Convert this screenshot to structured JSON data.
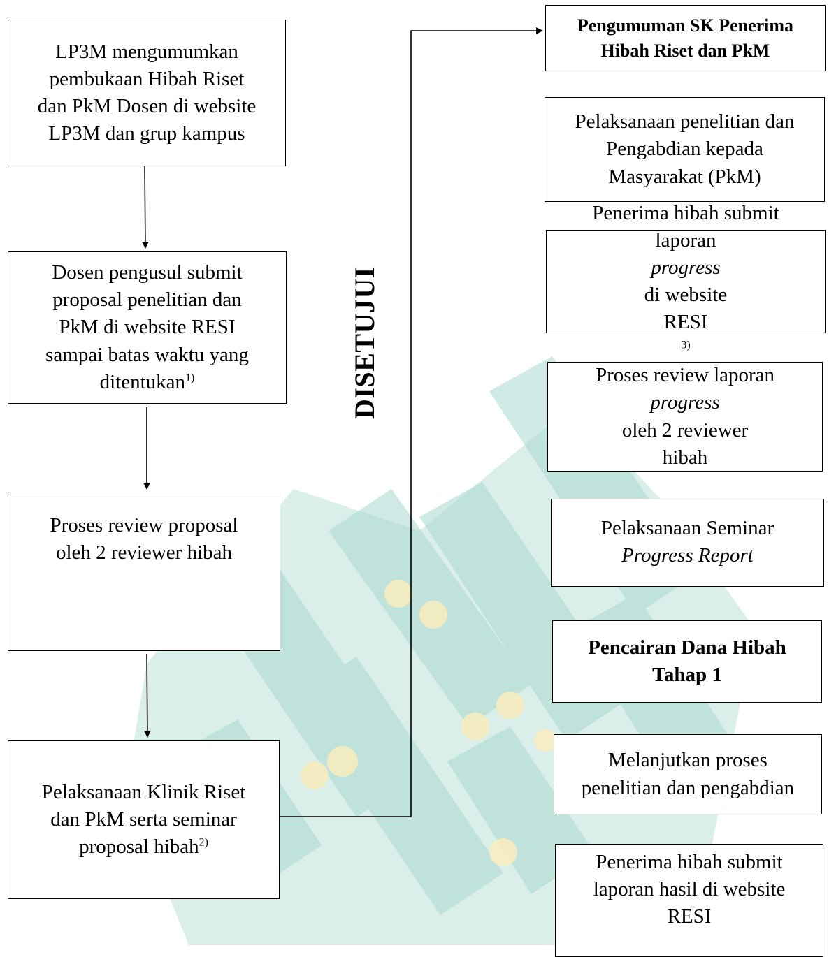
{
  "watermark": {
    "name": "university-logo-watermark",
    "color": "#cfe9e3",
    "accent": "#f7ecbf"
  },
  "label": "DISETUJUI",
  "left_steps": [
    {
      "id": "announce",
      "lines": [
        "LP3M mengumumkan",
        "pembukaan Hibah Riset",
        "dan PkM Dosen di website",
        "LP3M dan grup kampus"
      ]
    },
    {
      "id": "submit",
      "lines": [
        "Dosen pengusul submit",
        "proposal penelitian dan",
        "PkM di website RESI",
        "sampai batas waktu yang",
        "ditentukan"
      ],
      "footnote": "1)"
    },
    {
      "id": "review",
      "lines": [
        "Proses review proposal",
        "oleh 2 reviewer hibah"
      ]
    },
    {
      "id": "clinic",
      "lines": [
        "Pelaksanaan Klinik Riset",
        "dan PkM serta seminar",
        "proposal hibah"
      ],
      "footnote": "2)"
    }
  ],
  "right_steps": [
    {
      "id": "sk",
      "lines": [
        "Pengumuman SK Penerima",
        "Hibah Riset dan PkM"
      ]
    },
    {
      "id": "exec",
      "lines": [
        "Pelaksanaan penelitian dan",
        "Pengabdian kepada",
        "Masyarakat (PkM)"
      ]
    },
    {
      "id": "progress-submit",
      "line1": "Penerima hibah submit",
      "line2_pre": "laporan ",
      "line2_em": "progress",
      "line2_post": " di website",
      "line3": "RESI",
      "footnote": "3)"
    },
    {
      "id": "progress-review",
      "line1": "Proses review laporan",
      "line2_em": "progress",
      "line2_post": " oleh 2 reviewer",
      "line3": "hibah"
    },
    {
      "id": "seminar",
      "line1": "Pelaksanaan Seminar",
      "line2_em": "Progress Report"
    },
    {
      "id": "fund",
      "lines": [
        "Pencairan Dana Hibah",
        "Tahap 1"
      ]
    },
    {
      "id": "continue",
      "lines": [
        "Melanjutkan proses",
        "penelitian dan pengabdian"
      ]
    },
    {
      "id": "final",
      "lines": [
        "Penerima hibah submit",
        "laporan hasil di website",
        "RESI"
      ]
    }
  ]
}
